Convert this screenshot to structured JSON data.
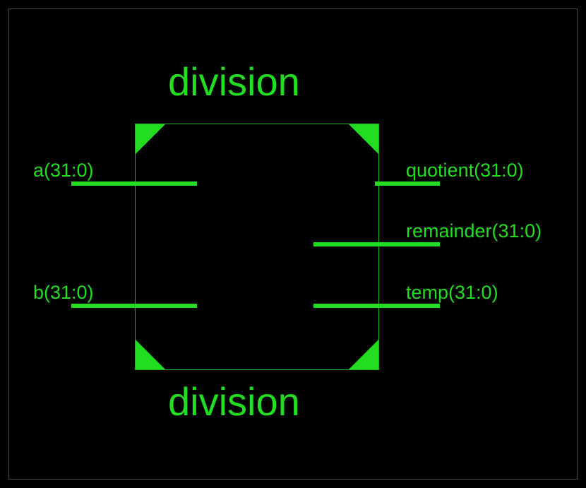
{
  "viewer": {
    "background_color": "#000000",
    "frame_color": "#4a4a4a",
    "accent_color": "#22dd22",
    "outline_color": "#19b219"
  },
  "symbol": {
    "title_top": "division",
    "title_bottom": "division",
    "block_name": "division",
    "corner_markers": [
      "top-left",
      "top-right",
      "bottom-left",
      "bottom-right"
    ],
    "inputs": [
      {
        "label": "a(31:0)",
        "name": "a",
        "width": "31:0"
      },
      {
        "label": "b(31:0)",
        "name": "b",
        "width": "31:0"
      }
    ],
    "outputs": [
      {
        "label": "quotient(31:0)",
        "name": "quotient",
        "width": "31:0"
      },
      {
        "label": "remainder(31:0)",
        "name": "remainder",
        "width": "31:0"
      },
      {
        "label": "temp(31:0)",
        "name": "temp",
        "width": "31:0"
      }
    ]
  }
}
